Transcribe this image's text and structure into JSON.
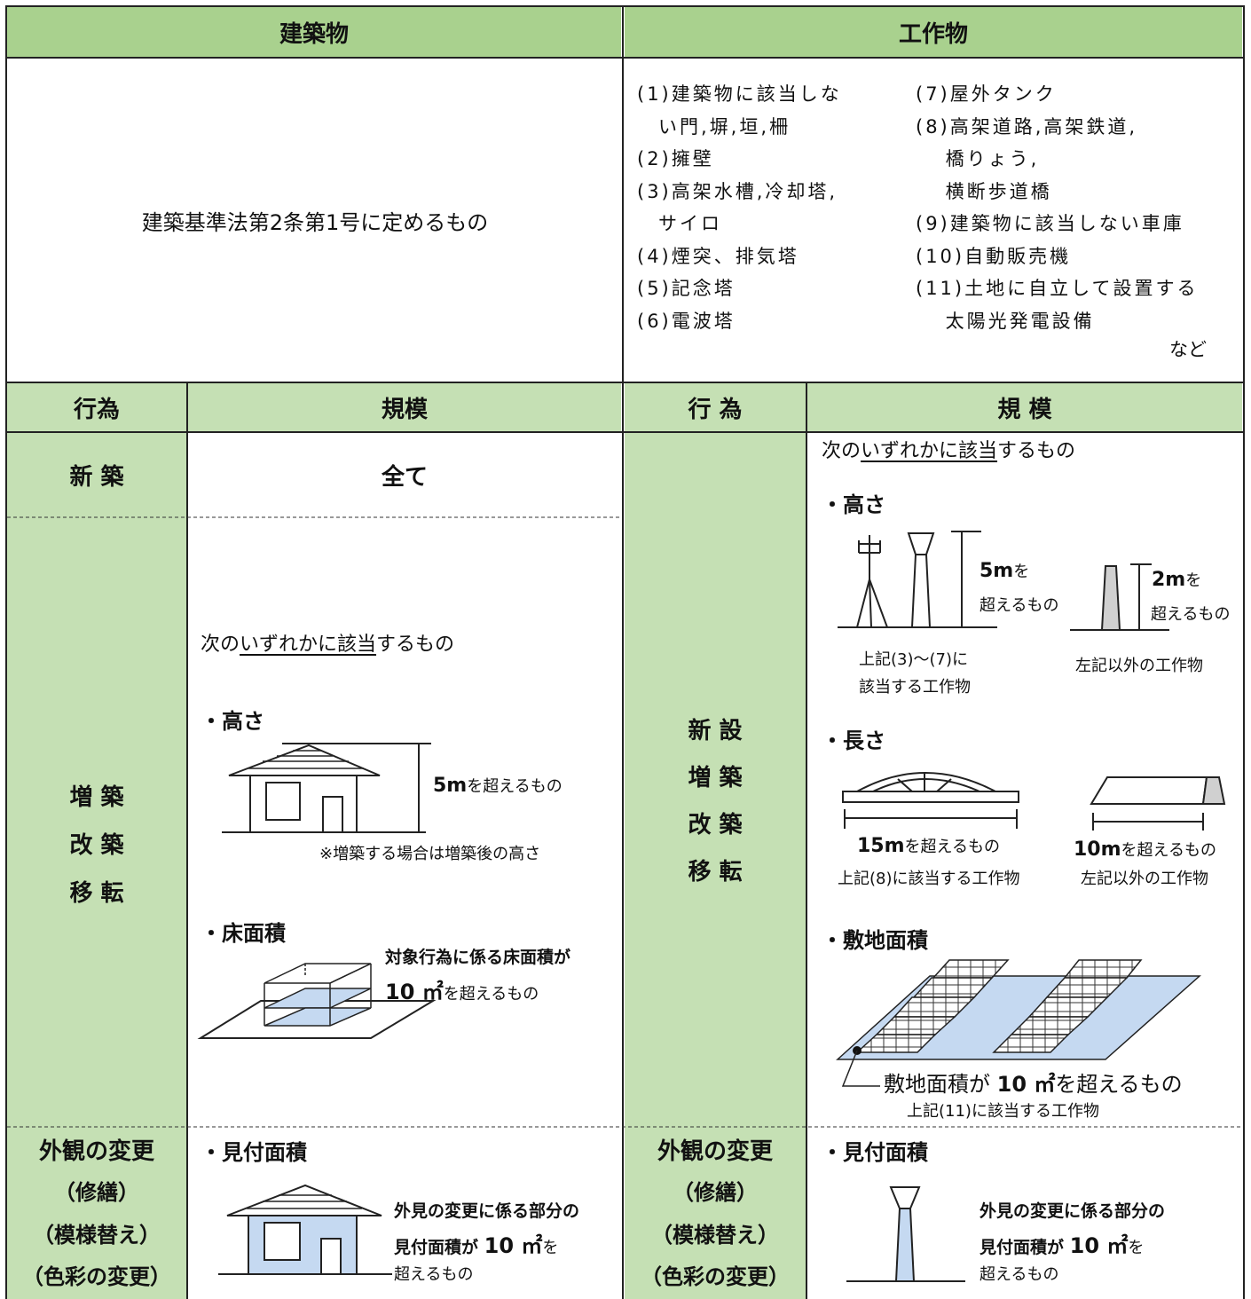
{
  "header": {
    "building": "建築物",
    "structure": "工作物"
  },
  "building_def": "建築基準法第2条第1号に定めるもの",
  "structure_list": {
    "left": [
      "(1)建築物に該当しな",
      "　い門,塀,垣,柵",
      "(2)擁壁",
      "(3)高架水槽,冷却塔,",
      "　サイロ",
      "(4)煙突、排気塔",
      "(5)記念塔",
      "(6)電波塔"
    ],
    "right": [
      "(7)屋外タンク",
      "(8)高架道路,高架鉄道,",
      "　 橋りょう,",
      "　 横断歩道橋",
      "(9)建築物に該当しない車庫",
      "(10)自動販売機",
      "(11)土地に自立して設置する",
      "　 太陽光発電設備"
    ],
    "etc": "など"
  },
  "subheader": {
    "act": "行為",
    "scale": "規模",
    "act2": "行 為",
    "scale2": "規 模"
  },
  "building_rows": {
    "new": {
      "act": "新 築",
      "scale": "全て"
    },
    "ext": {
      "acts": [
        "増 築",
        "改 築",
        "移 転"
      ],
      "any_prefix": "次の",
      "any_ul": "いずれかに該当",
      "any_suffix": "するもの",
      "height_title": "・高さ",
      "height_label_big": "5m",
      "height_label_small": "を超えるもの",
      "height_note": "※増築する場合は増築後の高さ",
      "floor_title": "・床面積",
      "floor_label1": "対象行為に係る床面積が",
      "floor_label2_big": "10 ㎡",
      "floor_label2_small": "を超えるもの"
    }
  },
  "structure_rows": {
    "acts": [
      "新 設",
      "増 築",
      "改 築",
      "移 転"
    ],
    "any_prefix": "次の",
    "any_ul": "いずれかに該当",
    "any_suffix": "するもの",
    "height_title": "・高さ",
    "h5_big": "5m",
    "h5_small": "を",
    "h5_line2": "超えるもの",
    "h5_caption1": "上記(3)～(7)に",
    "h5_caption2": "該当する工作物",
    "h2_big": "2m",
    "h2_small": "を",
    "h2_line2": "超えるもの",
    "h2_caption": "左記以外の工作物",
    "length_title": "・長さ",
    "l15_big": "15m",
    "l15_small": "を超えるもの",
    "l15_caption": "上記(8)に該当する工作物",
    "l10_big": "10m",
    "l10_small": "を超えるもの",
    "l10_caption": "左記以外の工作物",
    "site_title": "・敷地面積",
    "site_label_a": "敷地面積が ",
    "site_label_big": "10 ㎡",
    "site_label_b": "を超えるもの",
    "site_caption": "上記(11)に該当する工作物"
  },
  "appearance": {
    "act_title": "外観の変更",
    "act_lines": [
      "（修繕）",
      "（模様替え）",
      "（色彩の変更）"
    ],
    "title": "・見付面積",
    "label1": "外見の変更に係る部分の",
    "label2_a": "見付面積が ",
    "label2_big": "10 ㎡",
    "label2_b": "を",
    "label3": "超えるもの"
  },
  "colors": {
    "header": "#a9d18e",
    "act_bg": "#c5e0b4",
    "fill": "#c5d9f1"
  }
}
